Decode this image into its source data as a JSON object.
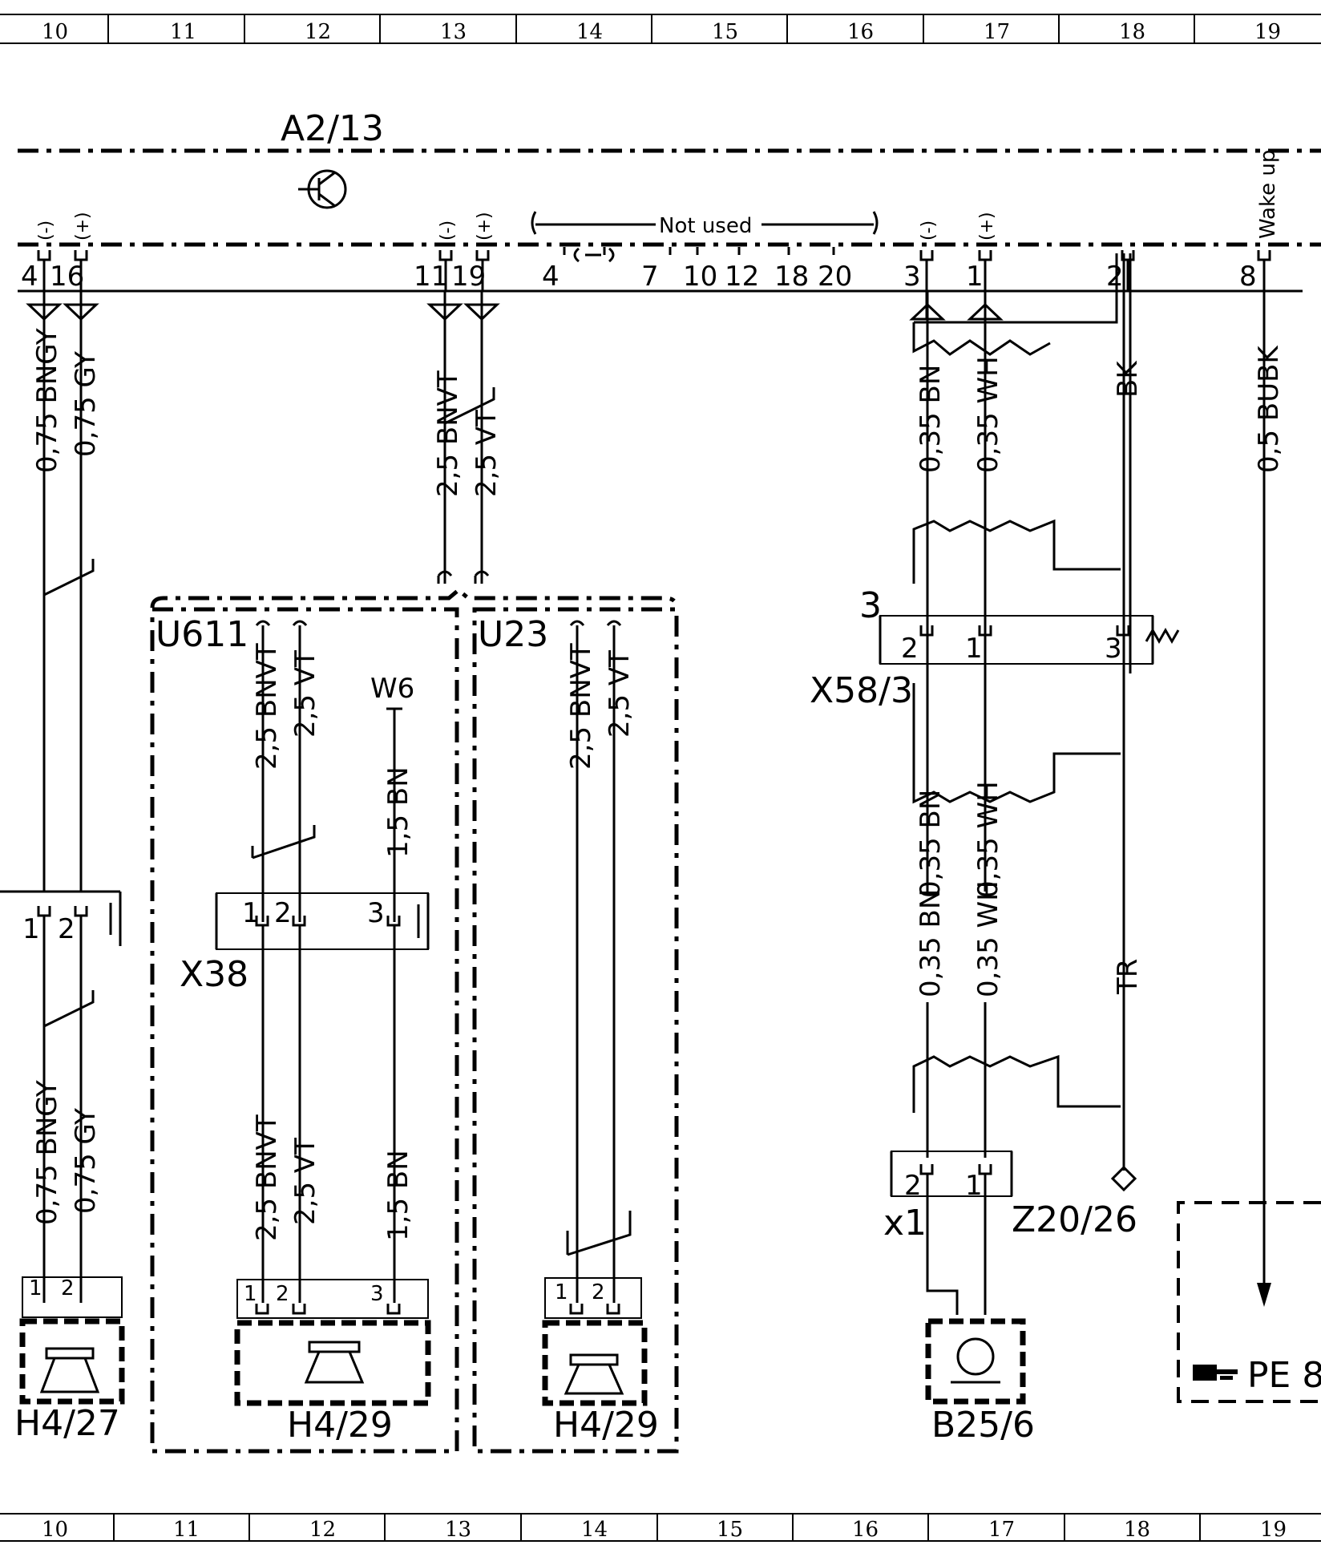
{
  "ruler": [
    "10",
    "11",
    "12",
    "13",
    "14",
    "15",
    "16",
    "17",
    "18",
    "19"
  ],
  "components": {
    "a2_13": "A2/13",
    "u611": "U611",
    "u23": "U23",
    "x58_3": "X58/3",
    "x58_3_num": "3",
    "x38": "X38",
    "x1": "x1",
    "z20_26": "Z20/26",
    "w6": "W6",
    "h4_27": "H4/27",
    "h4_29a": "H4/29",
    "h4_29b": "H4/29",
    "b25_6": "B25/6",
    "pe_ref": "PE 8"
  },
  "top_pins": {
    "p4": "4",
    "p16": "16",
    "p11": "11",
    "p19": "19",
    "nu4": "4",
    "nu7": "7",
    "nu10": "10",
    "nu12": "12",
    "nu18": "18",
    "nu20": "20",
    "p3": "3",
    "p1": "1",
    "p2": "2",
    "p8": "8",
    "minus": "(-)",
    "plus": "(+)",
    "not_used": "Not used",
    "wake_up": "Wake up"
  },
  "wires": {
    "w075bngy": "0,75 BNGY",
    "w075gy": "0,75 GY",
    "w25bnvt": "2,5 BNVT",
    "w25vt": "2,5 VT",
    "w035bn": "0,35 BN",
    "w035wh": "0,35 WH",
    "bk": "BK",
    "w05bubk": "0,5 BUBK",
    "u611_bnvt": "2,5 BNVT",
    "u611_vt": "2,5 VT",
    "u611_bn": "1,5 BN",
    "u23_bnvt": "2,5 BNVT",
    "u23_vt": "2,5 VT",
    "lower_bnvt": "2,5 BNVT",
    "lower_vt": "2,5 VT",
    "lower_bn": "1,5 BN",
    "left_bngy2": "0,75 BNGY",
    "left_gy2": "0,75 GY",
    "lower_035bn": "0,35 BN",
    "lower_035wh": "0,35 WH",
    "tr": "TR"
  },
  "conn_pins": {
    "one": "1",
    "two": "2",
    "three": "3"
  }
}
